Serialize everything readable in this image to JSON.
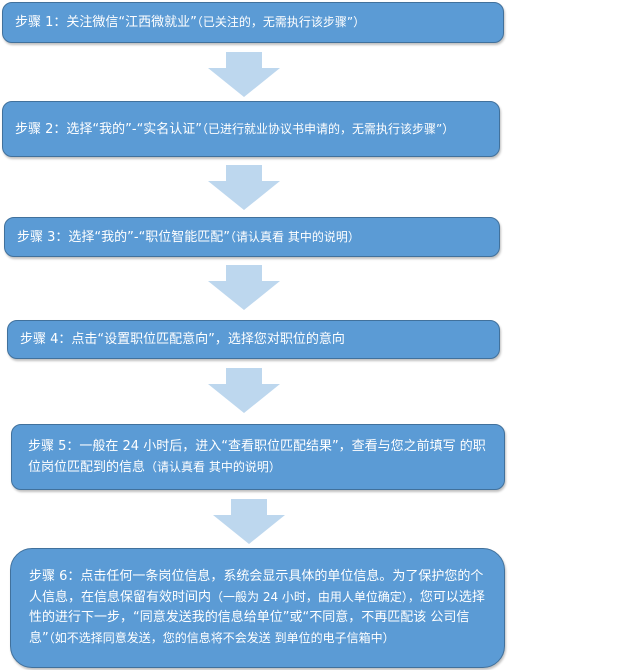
{
  "colors": {
    "box_fill": "#5b9bd5",
    "box_border": "#41719c",
    "arrow_fill": "#bdd7ee",
    "text": "#ffffff"
  },
  "steps": [
    {
      "label": "步骤 1：关注微信“江西微就业”",
      "note": "（已关注的，无需执行该步骤”）"
    },
    {
      "label": "步骤 2：选择“我的”-“实名认证”",
      "note": "（已进行就业协议书申请的，无需执行该步骤”）"
    },
    {
      "label": "步骤 3：选择“我的”-“职位智能匹配”",
      "note": "（请认真看 其中的说明）"
    },
    {
      "label": "步骤 4：点击“设置职位匹配意向”，选择您对职位的意向",
      "note": ""
    },
    {
      "label": "步骤 5：一般在 24 小时后，进入“查看职位匹配结果”，查看与您之前填写 的职位岗位匹配到的信息",
      "note": "（请认真看 其中的说明）"
    },
    {
      "label": "步骤 6：点击任何一条岗位信息，系统会显示具体的单位信息。为了保护您的个人信息，在信息保留有效时间内",
      "note": "（一般为 24 小时，由用人单位确定），",
      "label2": "您可以选择性的进行下一步，“同意发送我的信息给单位”或“不同意，不再匹配该 公司信息”",
      "note2": "（如不选择同意发送，您的信息将不会发送 到单位的电子信箱中）"
    }
  ]
}
